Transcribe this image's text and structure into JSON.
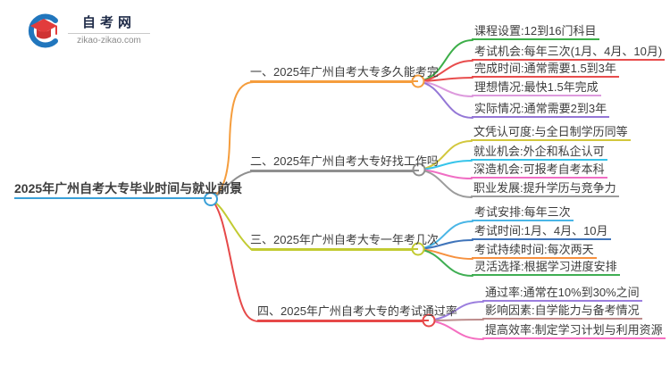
{
  "logo": {
    "site_name": "自考网",
    "domain": "zikao-zikao.com",
    "crescent_color": "#2176bd",
    "cap_color": "#e23c3c"
  },
  "root": {
    "label": "2025年广州自考大专毕业时间与就业前景",
    "color": "#3aa0d8"
  },
  "branches": [
    {
      "label": "一、2025年广州自考大专多久能考完",
      "color": "#f59d3d",
      "children": [
        {
          "label": "课程设置:12到16门科目",
          "color": "#3cae48"
        },
        {
          "label": "考试机会:每年三次(1月、4月、10月)",
          "color": "#e84c4c"
        },
        {
          "label": "完成时间:通常需要1.5到3年",
          "color": "#e84c4c"
        },
        {
          "label": "理想情况:最快1.5年完成",
          "color": "#dd9add"
        },
        {
          "label": "实际情况:通常需要2到3年",
          "color": "#9477d6"
        }
      ]
    },
    {
      "label": "二、2025年广州自考大专好找工作吗",
      "color": "#8f8f8f",
      "children": [
        {
          "label": "文凭认可度:与全日制学历同等",
          "color": "#d2c73c"
        },
        {
          "label": "就业机会:外企和私企认可",
          "color": "#35c4ea"
        },
        {
          "label": "深造机会:可报考自考本科",
          "color": "#f06ec4"
        },
        {
          "label": "职业发展:提升学历与竞争力",
          "color": "#9c9c9c"
        }
      ]
    },
    {
      "label": "三、2025年广州自考大专一年考几次",
      "color": "#c2cb32",
      "children": [
        {
          "label": "考试安排:每年三次",
          "color": "#4ab6e6"
        },
        {
          "label": "考试时间:1月、4月、10月",
          "color": "#3f74ba"
        },
        {
          "label": "考试持续时间:每次两天",
          "color": "#f6913f"
        },
        {
          "label": "灵活选择:根据学习进度安排",
          "color": "#3fae53"
        }
      ]
    },
    {
      "label": "四、2025年广州自考大专的考试通过率",
      "color": "#e64949",
      "children": [
        {
          "label": "通过率:通常在10%到30%之间",
          "color": "#9b7ede"
        },
        {
          "label": "影响因素:自学能力与备考情况",
          "color": "#bd8b8b"
        },
        {
          "label": "提高效率:制定学习计划与利用资源",
          "color": "#f46fc1"
        }
      ]
    }
  ]
}
